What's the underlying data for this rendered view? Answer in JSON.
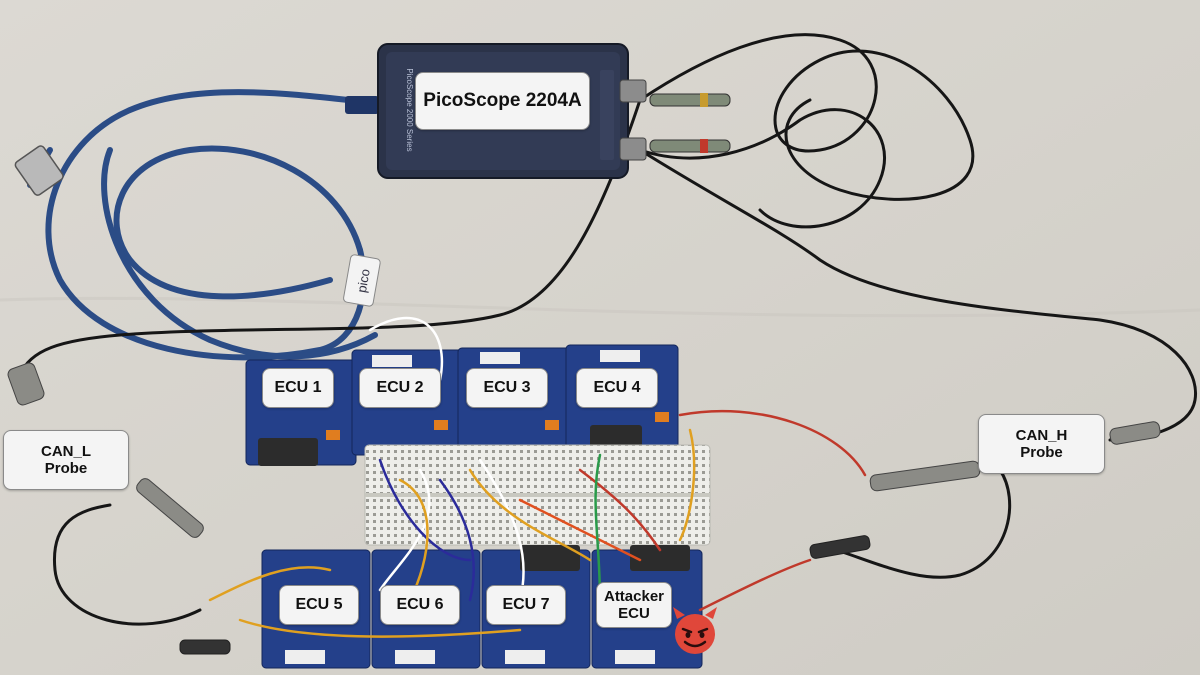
{
  "scope": {
    "label": "PicoScope 2204A",
    "series_text": "PicoScope 2000 Series"
  },
  "tag_text": "pico",
  "ecus": {
    "ecu1": "ECU 1",
    "ecu2": "ECU 2",
    "ecu3": "ECU 3",
    "ecu4": "ECU 4",
    "ecu5": "ECU 5",
    "ecu6": "ECU 6",
    "ecu7": "ECU 7",
    "attacker_line1": "Attacker",
    "attacker_line2": "ECU"
  },
  "probes": {
    "can_l_line1": "CAN_L",
    "can_l_line2": "Probe",
    "can_h_line1": "CAN_H",
    "can_h_line2": "Probe"
  },
  "attacker_icon": "devil-emoji-icon",
  "colors": {
    "table": "#d9d6d0",
    "usb_cable": "#2b4c86",
    "probe_cable": "#1a1a1a",
    "scope_body": "#2b3349",
    "board_blue": "#24408a",
    "devil_red": "#e0473a"
  }
}
